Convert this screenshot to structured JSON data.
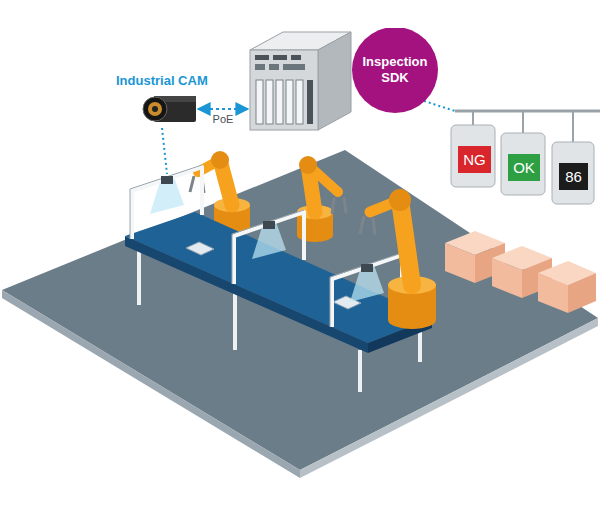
{
  "diagram": {
    "nodes": [
      {
        "text": [
          "Industrial CAM"
        ]
      },
      {
        "text": [
          "Inspection SDK"
        ]
      },
      {
        "text": [
          "NG"
        ]
      },
      {
        "text": [
          "OK"
        ]
      },
      {
        "text": [
          "86"
        ]
      }
    ],
    "edges": [
      {
        "from": 0,
        "to": 1,
        "arrow": "both",
        "label": "PoE"
      }
    ]
  }
}
